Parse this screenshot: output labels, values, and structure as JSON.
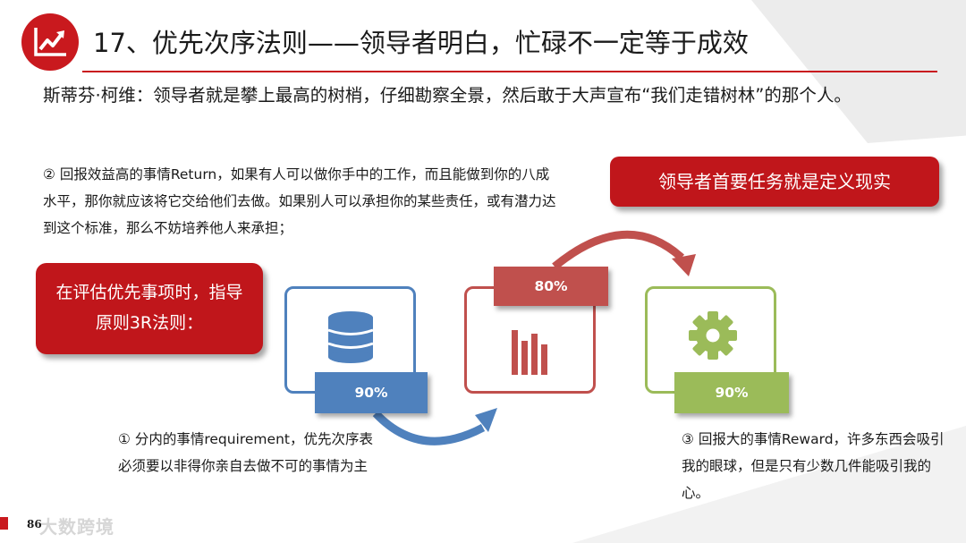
{
  "header": {
    "title": "17、优先次序法则——领导者明白，忙碌不一定等于成效",
    "quote": "斯蒂芬·柯维：领导者就是攀上最高的树梢，仔细勘察全景，然后敢于大声宣布“我们走错树林”的那个人。"
  },
  "paragraphs": {
    "return": "② 回报效益高的事情Return，如果有人可以做你手中的工作，而且能做到你的八成水平，那你就应该将它交给他们去做。如果别人可以承担你的某些责任，或有潜力达到这个标准，那么不妨培养他人来承担；",
    "requirement": "① 分内的事情requirement，优先次序表必须要以非得你亲自去做不可的事情为主",
    "reward": "③ 回报大的事情Reward，许多东西会吸引我的眼球，但是只有少数几件能吸引我的心。"
  },
  "callouts": {
    "left": "在评估优先事项时，指导原则3R法则：",
    "right": "领导者首要任务就是定义现实"
  },
  "steps": [
    {
      "icon": "database-icon",
      "percent": "90%",
      "color": "#4f81bd"
    },
    {
      "icon": "bar-chart-icon",
      "percent": "80%",
      "color": "#c0504d"
    },
    {
      "icon": "gear-icon",
      "percent": "90%",
      "color": "#9bbb59"
    }
  ],
  "footer": {
    "page_number": "86",
    "watermark": "大数跨境"
  },
  "colors": {
    "accent": "#c9191e",
    "blue": "#4f81bd",
    "red": "#c0504d",
    "green": "#9bbb59"
  }
}
